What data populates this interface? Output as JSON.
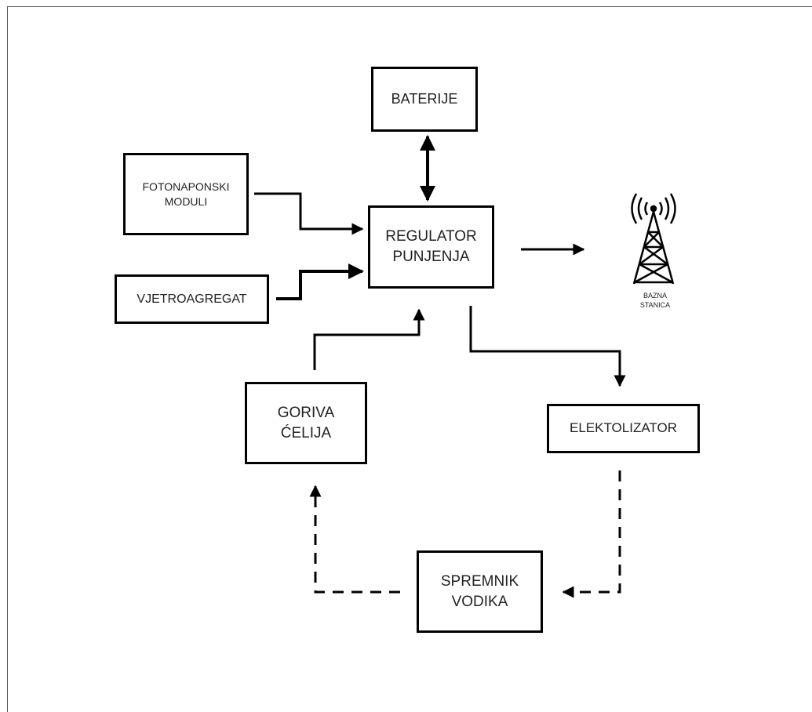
{
  "nodes": {
    "baterije": "BATERIJE",
    "fotonaponski": [
      "FOTONAPONSKI",
      "MODULI"
    ],
    "regulator": [
      "REGULATOR",
      "PUNJENJA"
    ],
    "vjetroagregat": "VJETROAGREGAT",
    "goriva": [
      "GORIVA",
      "ĆELIJA"
    ],
    "elektolizator": "ELEKTOLIZATOR",
    "spremnik": [
      "SPREMNIK",
      "VODIKA"
    ],
    "bazna_stanica": [
      "BAZNA",
      "STANICA"
    ]
  },
  "icons": {
    "tower": "radio-tower-icon"
  },
  "colors": {
    "line": "#000000",
    "text": "#222222",
    "frame": "#5a5a5a"
  }
}
